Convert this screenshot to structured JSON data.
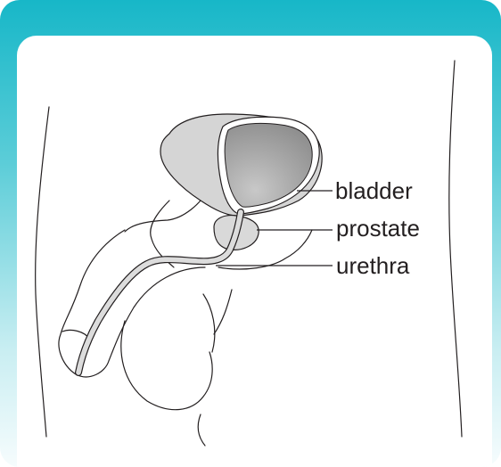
{
  "labels": {
    "bladder": "bladder",
    "prostate": "prostate",
    "urethra": "urethra"
  },
  "colors": {
    "frame_top": "#17b7c8",
    "frame_bottom": "#f6fcfd",
    "bladder_outer": "#d4d4d4",
    "bladder_inner": "#9d9d9d",
    "outline": "#231f20"
  }
}
